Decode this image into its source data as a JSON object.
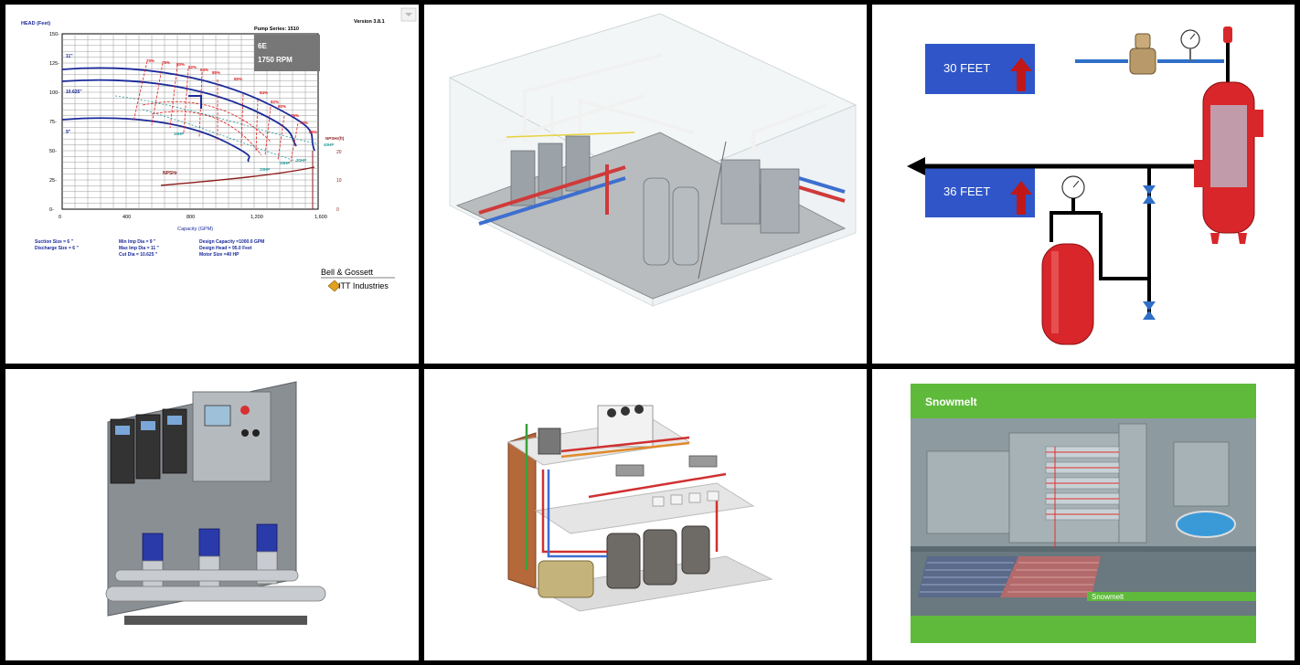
{
  "pump_curve": {
    "head_label": "HEAD (Feet)",
    "series_label": "Pump Series: 1510",
    "version": "Version 3.8.1",
    "model": "6E",
    "speed": "1750 RPM",
    "x_label": "Capacity (GPM)",
    "y_ticks": [
      "150",
      "125",
      "100",
      "75",
      "50",
      "25",
      "0"
    ],
    "x_ticks": [
      "0",
      "400",
      "800",
      "1,200",
      "1,600"
    ],
    "impeller_labels": [
      "11\"",
      "10.625\"",
      "9\""
    ],
    "efficiency_labels": [
      "70%",
      "75%",
      "80%",
      "82%",
      "84%",
      "85%",
      "85%",
      "84%",
      "82%",
      "80%",
      "75%",
      "70%",
      "65%"
    ],
    "hp_labels": [
      "40HP",
      "30HP",
      "25HP",
      "20HP",
      "15HP"
    ],
    "npsh_label": "NPSHr",
    "npsh_axis_label": "NPSHr(ft)",
    "npsh_ticks": [
      "20",
      "10",
      "0"
    ],
    "specs": {
      "suction": "Suction Size = 6 \"",
      "discharge": "Discharge Size = 6 \"",
      "min_imp": "Min Imp Dia = 9 \"",
      "max_imp": "Max Imp Dia = 11 \"",
      "cut_dia": "Cut Dia = 10.625 \"",
      "design_capacity": "Design Capacity =1000.0 GPM",
      "design_head": "Design Head = 95.0 Feet",
      "motor_size": "Motor Size =40 HP"
    },
    "brand": "Bell & Gossett",
    "brand_sub": "ITT Industries"
  },
  "expansion_diagram": {
    "box1": "30 FEET",
    "box2": "36 FEET"
  },
  "snowmelt": {
    "title": "Snowmelt",
    "label": "Snowmelt"
  },
  "colors": {
    "curve_blue": "#1a2a9a",
    "eff_red": "#e02020",
    "box_blue": "#2f55c8",
    "tank_red": "#d8262a",
    "green_banner": "#5fba3c"
  }
}
